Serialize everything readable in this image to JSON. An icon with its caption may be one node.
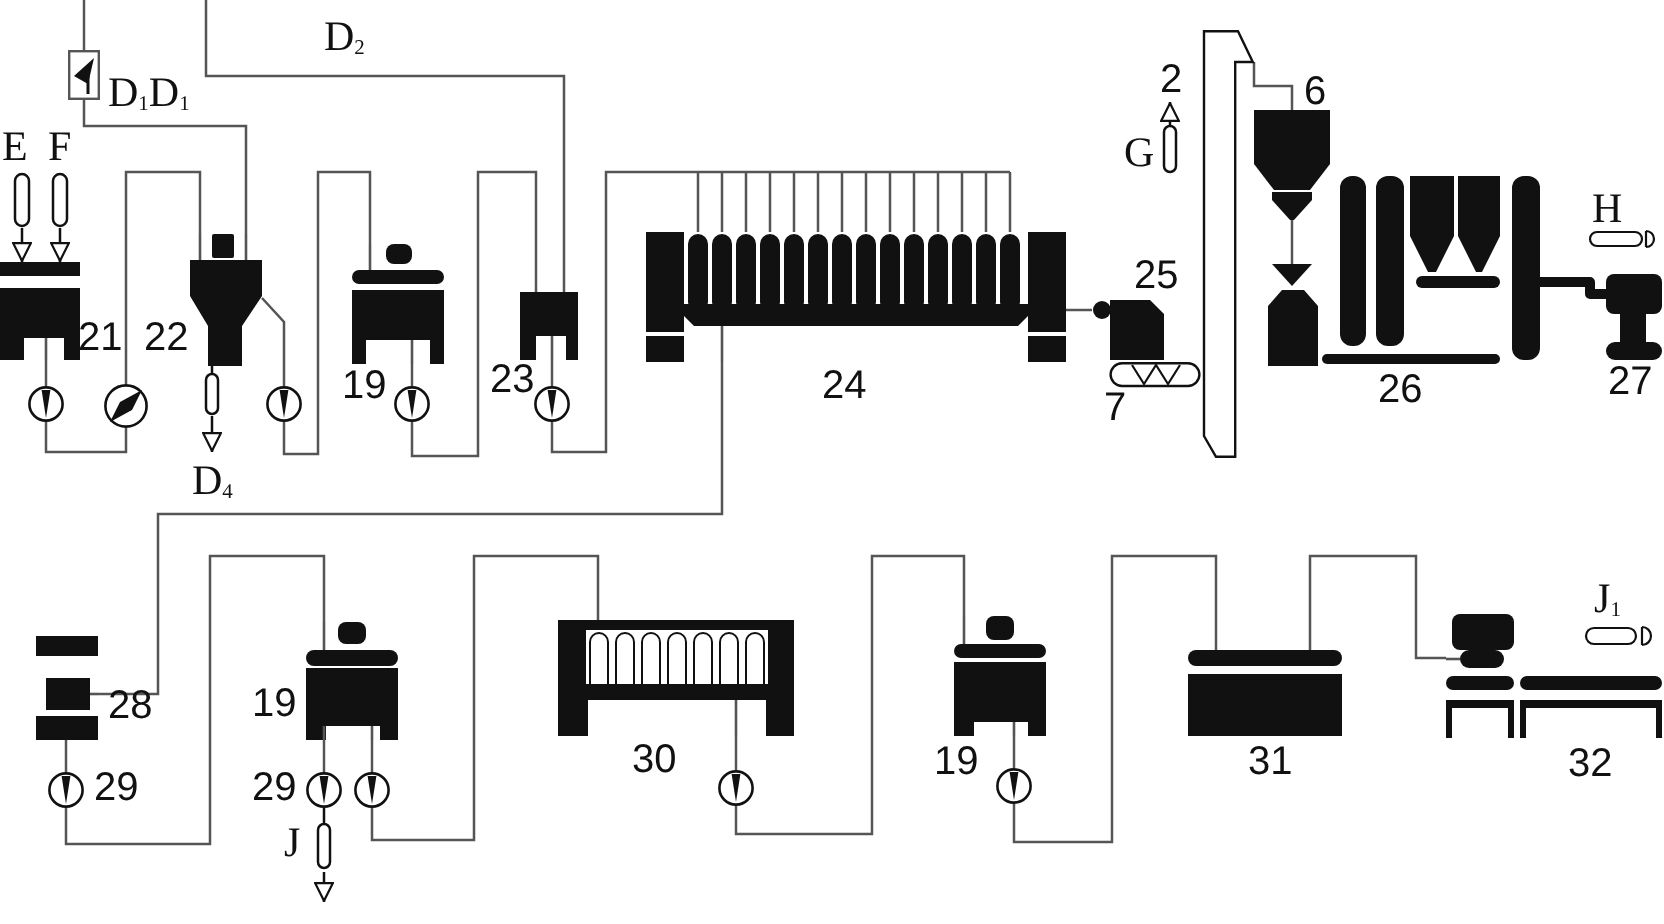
{
  "diagram": {
    "nodes": [
      {
        "text": [],
        "shape": "box",
        "beside": [
          "D$_{1}$D$_{1}$"
        ]
      },
      {
        "text": [],
        "shape": "picture",
        "beside": [
          "21"
        ]
      },
      {
        "text": [],
        "shape": "circle"
      },
      {
        "text": [],
        "shape": "circle"
      },
      {
        "text": [],
        "shape": "box",
        "beside": [
          "22"
        ]
      },
      {
        "text": [],
        "shape": "circle"
      },
      {
        "text": [],
        "shape": "picture",
        "beside": [
          "19"
        ]
      },
      {
        "text": [],
        "shape": "circle"
      },
      {
        "text": [],
        "shape": "picture",
        "beside": [
          "23"
        ]
      },
      {
        "text": [],
        "shape": "circle"
      },
      {
        "text": [],
        "shape": "picture",
        "beside": [
          "24"
        ]
      },
      {
        "text": [],
        "shape": "box",
        "beside": [
          "25"
        ]
      },
      {
        "text": [],
        "shape": "picture",
        "beside": [
          "7"
        ]
      },
      {
        "text": [],
        "shape": "picture"
      },
      {
        "text": [],
        "shape": "box",
        "beside": [
          "6"
        ]
      },
      {
        "text": [],
        "shape": "box"
      },
      {
        "text": [],
        "shape": "picture",
        "beside": [
          "26"
        ]
      },
      {
        "text": [],
        "shape": "picture",
        "beside": [
          "27"
        ]
      },
      {
        "text": [],
        "shape": "picture",
        "beside": [
          "28"
        ]
      },
      {
        "text": [],
        "shape": "circle",
        "beside": [
          "29"
        ]
      },
      {
        "text": [],
        "shape": "picture",
        "beside": [
          "19"
        ]
      },
      {
        "text": [],
        "shape": "circle",
        "beside": [
          "29"
        ]
      },
      {
        "text": [],
        "shape": "circle"
      },
      {
        "text": [],
        "shape": "picture",
        "beside": [
          "30"
        ]
      },
      {
        "text": [],
        "shape": "circle"
      },
      {
        "text": [],
        "shape": "picture",
        "beside": [
          "19"
        ]
      },
      {
        "text": [],
        "shape": "circle"
      },
      {
        "text": [],
        "shape": "box",
        "beside": [
          "31"
        ]
      },
      {
        "text": [],
        "shape": "picture"
      },
      {
        "text": [],
        "shape": "picture",
        "beside": [
          "32"
        ]
      },
      {
        "text": [
          "2"
        ]
      }
    ],
    "edges": [
      {
        "from": null,
        "to": 0,
        "arrow": "none"
      },
      {
        "from": 0,
        "to": 4,
        "arrow": "none"
      },
      {
        "from": null,
        "to": 8,
        "arrow": "none",
        "label": "D$_{2}$"
      },
      {
        "from": null,
        "to": 1,
        "arrow": "to",
        "label": "E",
        "color": "#111111"
      },
      {
        "from": null,
        "to": 1,
        "arrow": "to",
        "label": "F",
        "color": "#111111"
      },
      {
        "from": 1,
        "to": 2,
        "arrow": "none"
      },
      {
        "from": 2,
        "to": 3,
        "arrow": "none"
      },
      {
        "from": 3,
        "to": 4,
        "arrow": "none"
      },
      {
        "from": 4,
        "to": null,
        "arrow": "to",
        "label": "D$_{4}$",
        "color": "#111111"
      },
      {
        "from": 4,
        "to": 5,
        "arrow": "none"
      },
      {
        "from": 5,
        "to": 6,
        "arrow": "none"
      },
      {
        "from": 6,
        "to": 7,
        "arrow": "none"
      },
      {
        "from": 7,
        "to": 8,
        "arrow": "none"
      },
      {
        "from": 8,
        "to": 9,
        "arrow": "none"
      },
      {
        "from": 9,
        "to": 10,
        "arrow": "none"
      },
      {
        "from": 10,
        "to": 11,
        "arrow": "none"
      },
      {
        "from": 13,
        "to": 14,
        "arrow": "none"
      },
      {
        "from": 14,
        "to": 15,
        "arrow": "none"
      },
      {
        "from": 16,
        "to": 17,
        "arrow": "none",
        "style": "thick",
        "color": "#111111"
      },
      {
        "from": 10,
        "to": 18,
        "arrow": "none"
      },
      {
        "from": 18,
        "to": 19,
        "arrow": "none"
      },
      {
        "from": 19,
        "to": 20,
        "arrow": "none"
      },
      {
        "from": 20,
        "to": 21,
        "arrow": "none"
      },
      {
        "from": 21,
        "to": null,
        "arrow": "to",
        "label": "J",
        "color": "#111111"
      },
      {
        "from": 20,
        "to": 22,
        "arrow": "none"
      },
      {
        "from": 22,
        "to": 23,
        "arrow": "none"
      },
      {
        "from": 23,
        "to": 24,
        "arrow": "none"
      },
      {
        "from": 24,
        "to": 25,
        "arrow": "none"
      },
      {
        "from": 25,
        "to": 26,
        "arrow": "none"
      },
      {
        "from": 26,
        "to": 27,
        "arrow": "none"
      },
      {
        "from": 27,
        "to": 28,
        "arrow": "none"
      },
      {
        "from": null,
        "to": 30,
        "arrow": "to",
        "label": "G",
        "color": "#111111"
      }
    ],
    "labels": [
      "H",
      "J$_{1}$"
    ]
  }
}
